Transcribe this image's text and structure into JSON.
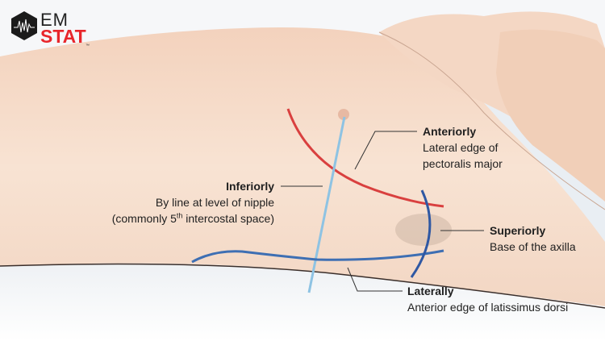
{
  "logo": {
    "line1": "EM",
    "line2": "STAT",
    "tm": "™"
  },
  "labels": {
    "anteriorly": {
      "title": "Anteriorly",
      "line1": "Lateral edge of",
      "line2": "pectoralis major"
    },
    "inferiorly": {
      "title": "Inferiorly",
      "line1": "By line at level of nipple",
      "line2_pre": "(commonly 5",
      "line2_sup": "th",
      "line2_post": " intercostal space)"
    },
    "superiorly": {
      "title": "Superiorly",
      "line1": "Base of the axilla"
    },
    "laterally": {
      "title": "Laterally",
      "line1": "Anterior edge of latissimus dorsi"
    }
  },
  "colors": {
    "anterior_line": "#d9403f",
    "inferior_line": "#8ec3e3",
    "lateral_line": "#3e6fb3",
    "superior_line": "#2f58a3",
    "skin": "#f6ddcb"
  }
}
